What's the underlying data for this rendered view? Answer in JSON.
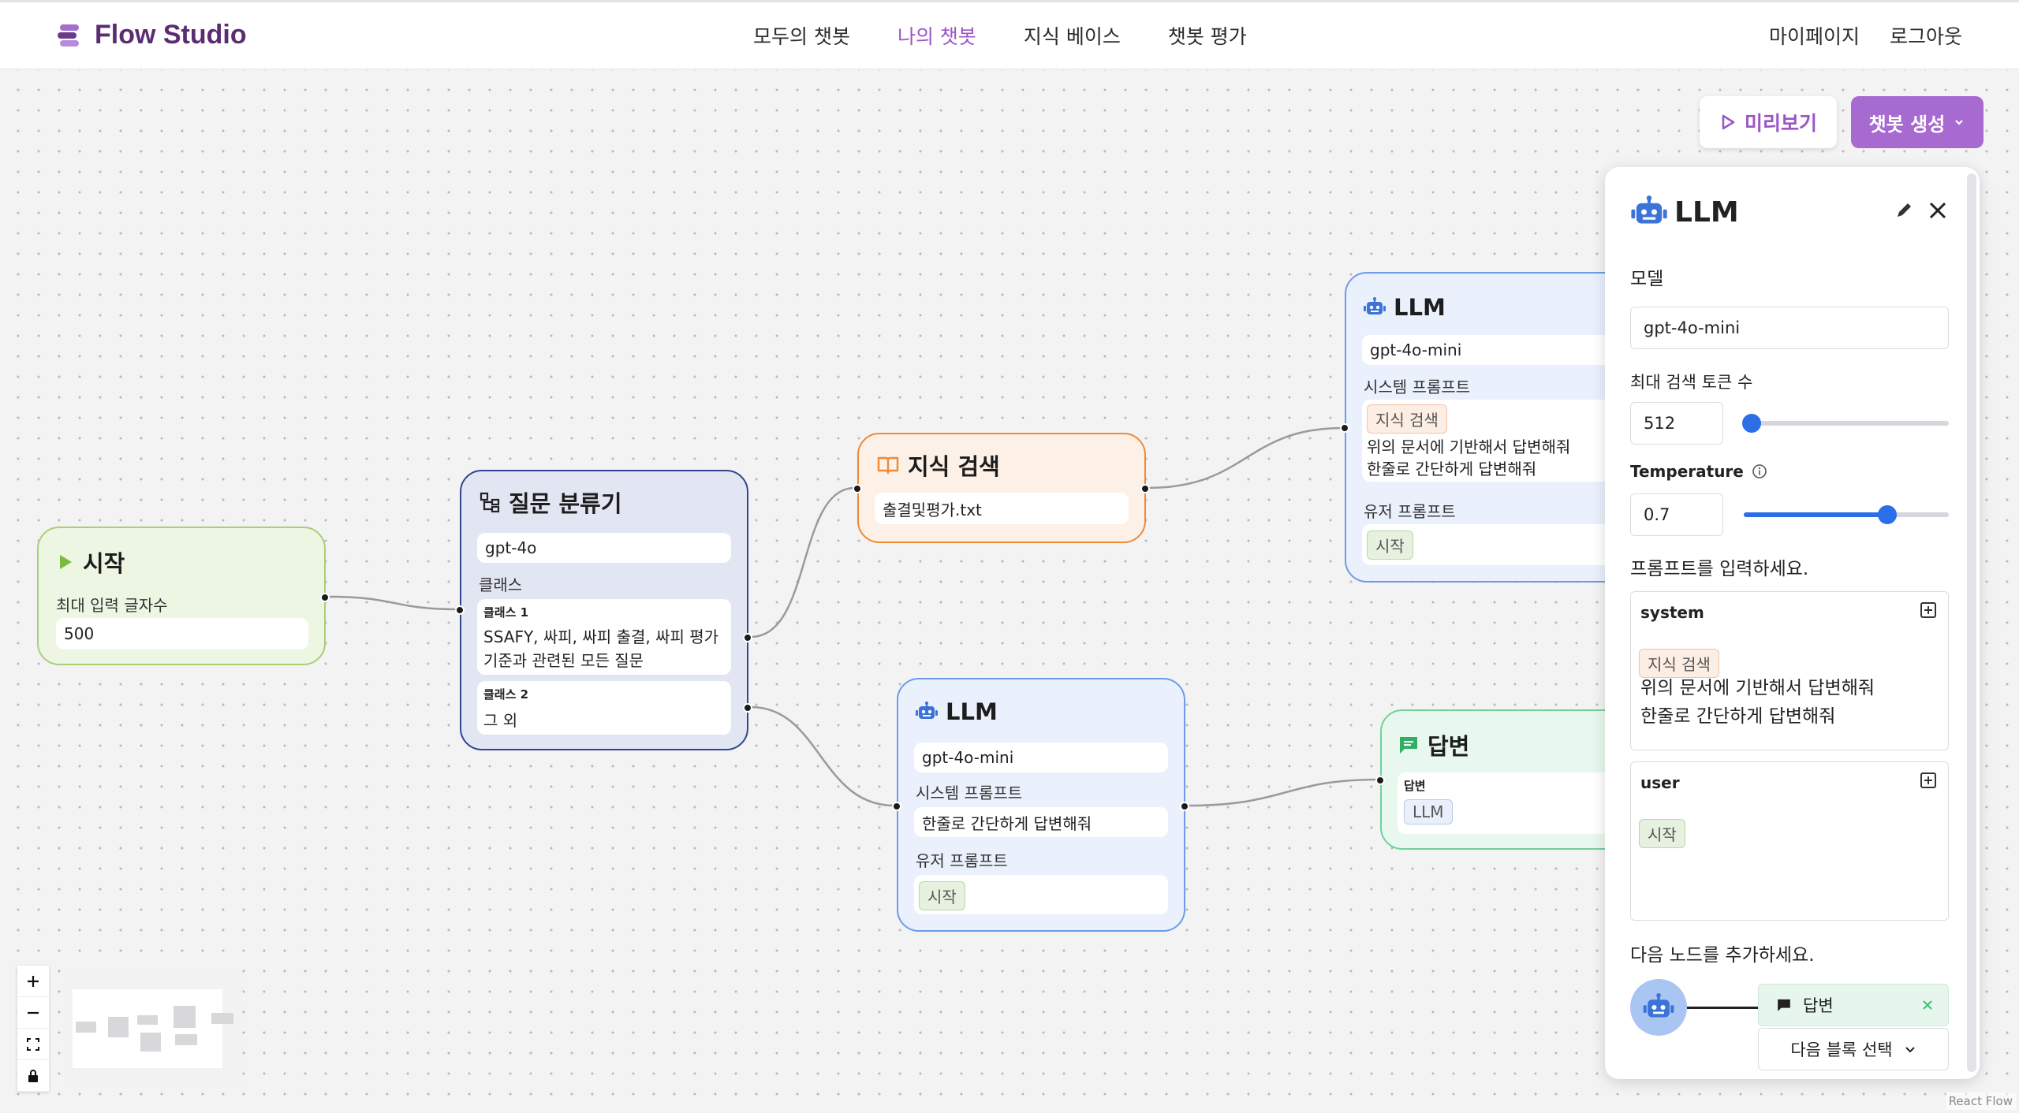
{
  "app": {
    "title": "Flow Studio"
  },
  "nav": [
    {
      "label": "모두의 챗봇",
      "active": false
    },
    {
      "label": "나의 챗봇",
      "active": true
    },
    {
      "label": "지식 베이스",
      "active": false
    },
    {
      "label": "챗봇 평가",
      "active": false
    }
  ],
  "user_links": {
    "mypage": "마이페이지",
    "logout": "로그아웃"
  },
  "toolbar": {
    "preview_label": "미리보기",
    "create_label": "챗봇 생성"
  },
  "nodes": {
    "start": {
      "title": "시작",
      "max_label": "최대 입력 글자수",
      "max_value": "500"
    },
    "classifier": {
      "title": "질문 분류기",
      "model": "gpt-4o",
      "classes_label": "클래스",
      "class1_label": "클래스 1",
      "class1_text_line1": "SSAFY, 싸피, 싸피 출결, 싸피 평가",
      "class1_text_line2": "기준과 관련된 모든 질문",
      "class2_label": "클래스 2",
      "class2_text": "그 외"
    },
    "search": {
      "title": "지식 검색",
      "file": "출결및평가.txt"
    },
    "llm1": {
      "title": "LLM",
      "model": "gpt-4o-mini",
      "system_label": "시스템 프롬프트",
      "system_tag": "지식 검색",
      "system_line1": "위의 문서에 기반해서 답변해줘",
      "system_line2": "한줄로 간단하게 답변해줘",
      "user_label": "유저 프롬프트",
      "user_tag": "시작"
    },
    "llm2": {
      "title": "LLM",
      "model": "gpt-4o-mini",
      "system_label": "시스템 프롬프트",
      "system_text": "한줄로 간단하게 답변해줘",
      "user_label": "유저 프롬프트",
      "user_tag": "시작"
    },
    "answer": {
      "title": "답변",
      "field_label": "답변",
      "tag": "LLM"
    }
  },
  "panel": {
    "title": "LLM",
    "model_label": "모델",
    "model_value": "gpt-4o-mini",
    "tokens_label": "최대 검색 토큰 수",
    "tokens_value": "512",
    "tokens_fraction": 0.04,
    "temp_label": "Temperature",
    "temp_value": "0.7",
    "temp_fraction": 0.7,
    "prompt_label": "프롬프트를 입력하세요.",
    "system": {
      "role": "system",
      "tag": "지식 검색",
      "line1": "위의 문서에 기반해서 답변해줘",
      "line2": "한줄로 간단하게 답변해줘"
    },
    "user": {
      "role": "user",
      "tag": "시작"
    },
    "next_label": "다음 노드를 추가하세요.",
    "next_node": "답변",
    "next_select": "다음 블록 선택"
  },
  "attribution": "React Flow",
  "colors": {
    "brand": "#5c2c72",
    "accent": "#9a55c7",
    "slider": "#2c6de8"
  }
}
